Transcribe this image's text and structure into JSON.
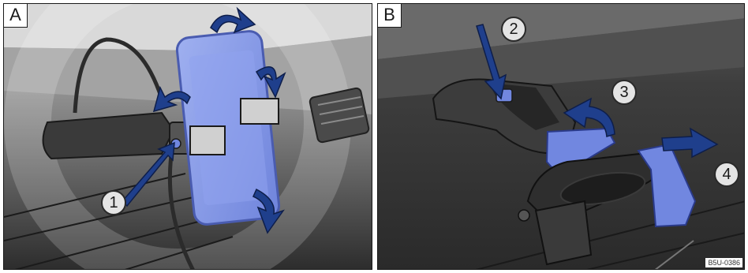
{
  "panels": [
    {
      "letter": "A",
      "callouts": [
        "1"
      ]
    },
    {
      "letter": "B",
      "callouts": [
        "2",
        "3",
        "4"
      ],
      "reference_code": "B5U-0386"
    }
  ],
  "colors": {
    "accent_blue": "#1f3f8c",
    "clamp_blue": "#7187e0",
    "phone_blue": "#8196ea",
    "dash_dark": "#3b3b3b",
    "dash_light": "#9a9a9a"
  },
  "icons": [
    "arrow-icon"
  ]
}
